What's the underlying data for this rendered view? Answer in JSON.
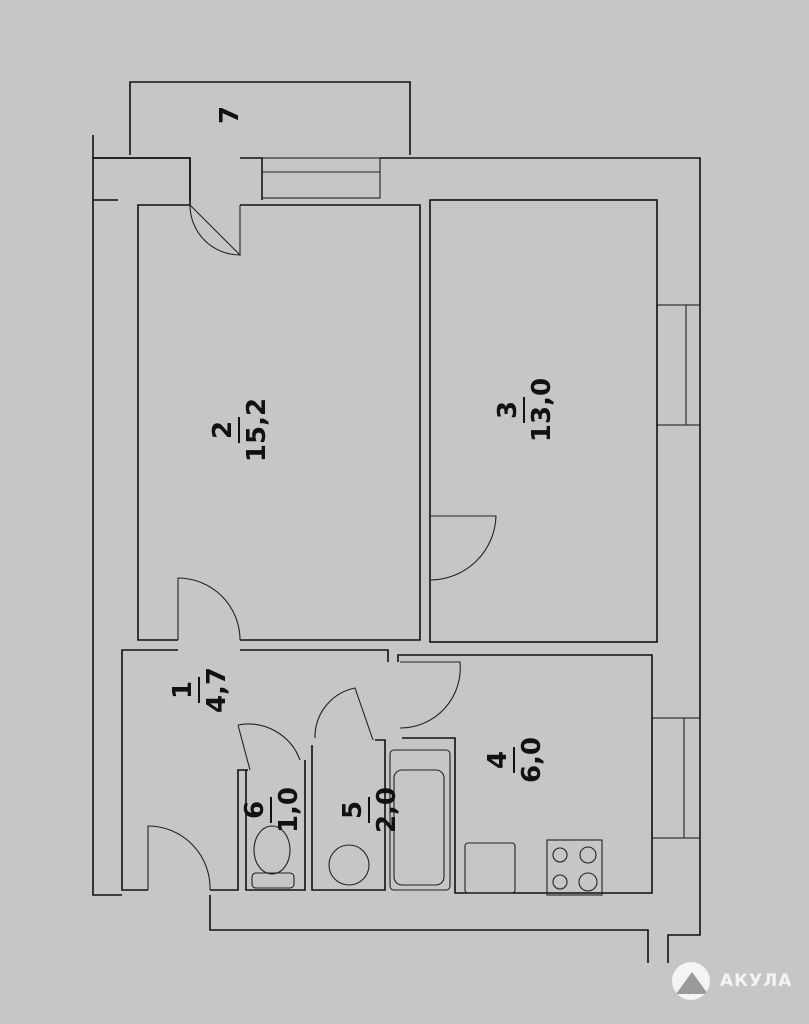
{
  "rooms": [
    {
      "number": "1",
      "area": "4,7"
    },
    {
      "number": "2",
      "area": "15,2"
    },
    {
      "number": "3",
      "area": "13,0"
    },
    {
      "number": "4",
      "area": "6,0"
    },
    {
      "number": "5",
      "area": "2,0"
    },
    {
      "number": "6",
      "area": "1,0"
    },
    {
      "number": "7",
      "area": ""
    }
  ],
  "watermark": {
    "text": "АКУЛА"
  }
}
